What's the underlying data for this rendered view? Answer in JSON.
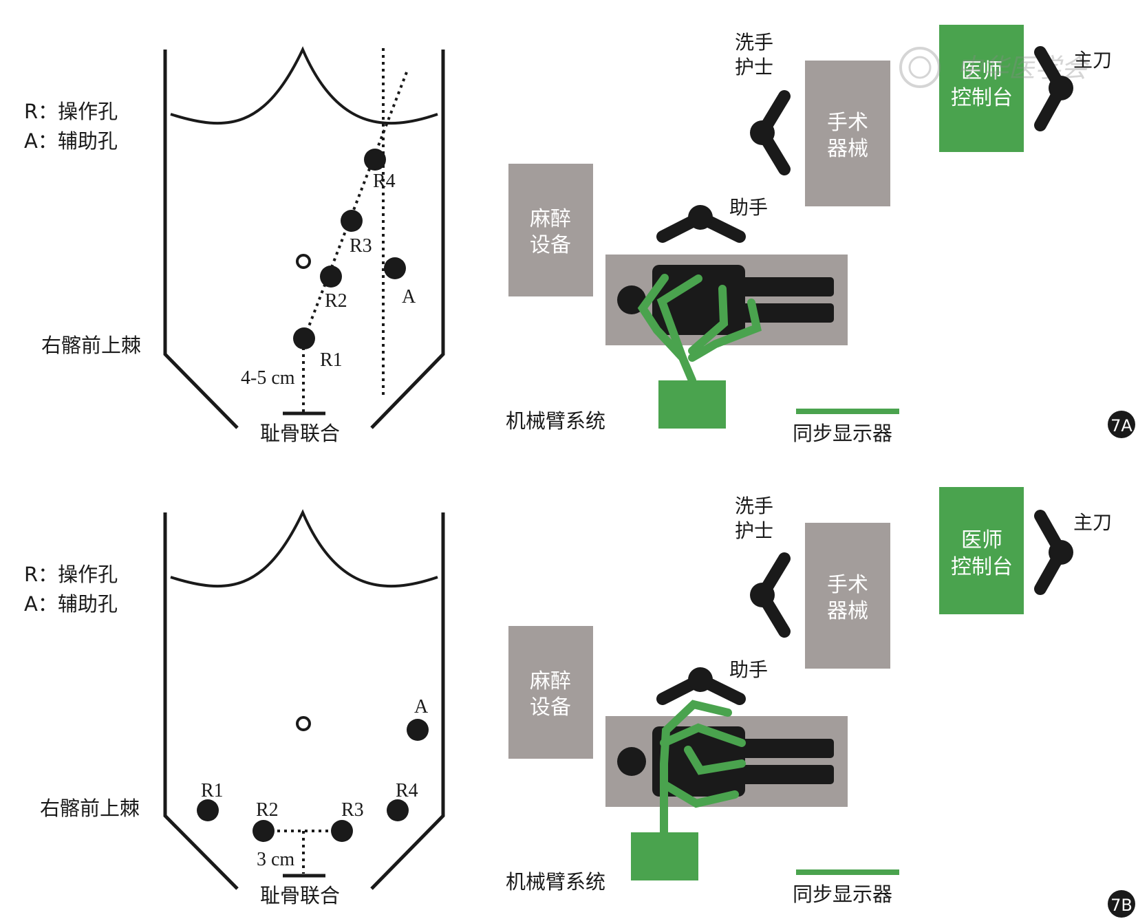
{
  "colors": {
    "green": "#4aa34e",
    "gray": "#a39d9b",
    "black": "#1a1a1a"
  },
  "watermark": {
    "text": "中华医学会"
  },
  "panel_a": {
    "legend_r": "R：操作孔",
    "legend_a": "A：辅助孔",
    "ports": [
      "R1",
      "R2",
      "R3",
      "R4",
      "A"
    ],
    "iliac_label": "右髂前上棘",
    "distance_label": "4-5 cm",
    "pubic_label": "耻骨联合",
    "nurse_label_1": "洗手",
    "nurse_label_2": "护士",
    "instrument_label_1": "手术",
    "instrument_label_2": "器械",
    "console_label_1": "医师",
    "console_label_2": "控制台",
    "surgeon_label": "主刀",
    "anesthesia_label_1": "麻醉",
    "anesthesia_label_2": "设备",
    "assistant_label": "助手",
    "robot_label": "机械臂系统",
    "display_label": "同步显示器",
    "badge": "7A"
  },
  "panel_b": {
    "legend_r": "R：操作孔",
    "legend_a": "A：辅助孔",
    "ports": [
      "R1",
      "R2",
      "R3",
      "R4",
      "A"
    ],
    "iliac_label": "右髂前上棘",
    "distance_label": "3 cm",
    "pubic_label": "耻骨联合",
    "nurse_label_1": "洗手",
    "nurse_label_2": "护士",
    "instrument_label_1": "手术",
    "instrument_label_2": "器械",
    "console_label_1": "医师",
    "console_label_2": "控制台",
    "surgeon_label": "主刀",
    "anesthesia_label_1": "麻醉",
    "anesthesia_label_2": "设备",
    "assistant_label": "助手",
    "robot_label": "机械臂系统",
    "display_label": "同步显示器",
    "badge": "7B"
  }
}
